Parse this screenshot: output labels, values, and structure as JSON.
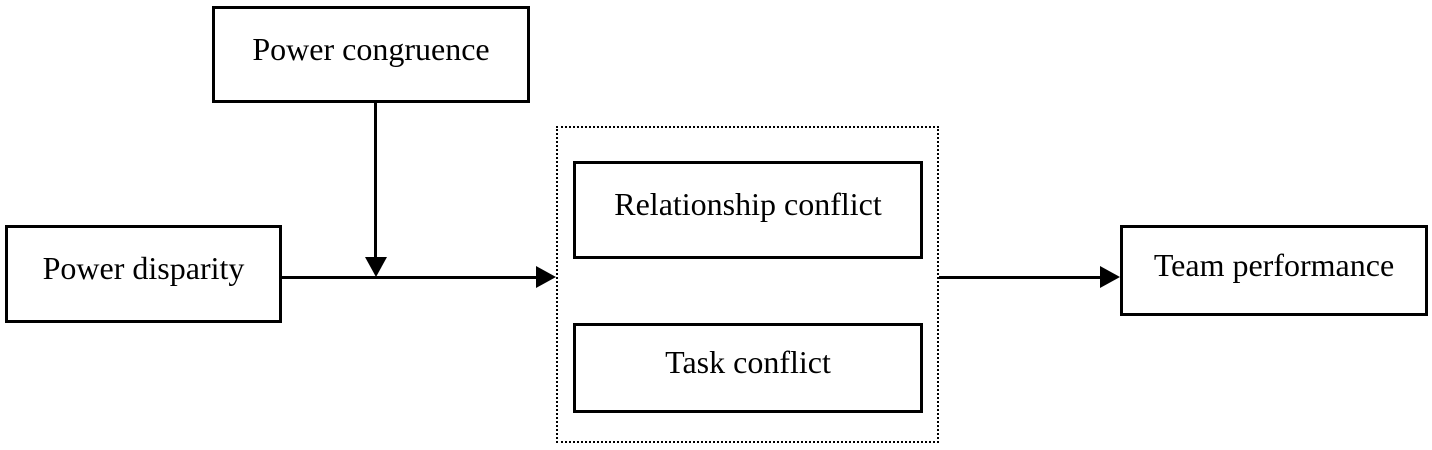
{
  "diagram": {
    "type": "conceptual-model",
    "background_color": "#ffffff",
    "line_color": "#000000",
    "text_color": "#000000",
    "nodes": {
      "power_congruence": {
        "label": "Power congruence",
        "border": "solid"
      },
      "power_disparity": {
        "label": "Power disparity",
        "border": "solid"
      },
      "conflict_group": {
        "border": "dotted",
        "relationship_conflict": {
          "label": "Relationship conflict",
          "border": "solid"
        },
        "task_conflict": {
          "label": "Task conflict",
          "border": "solid"
        }
      },
      "team_performance": {
        "label": "Team performance",
        "border": "solid"
      }
    },
    "edges": [
      {
        "from": "Power disparity",
        "to": "Conflict group",
        "style": "solid",
        "arrowhead": "right"
      },
      {
        "from": "Power congruence",
        "to": "arrow between Power disparity and Conflict group",
        "style": "solid",
        "arrowhead": "down",
        "role": "moderator"
      },
      {
        "from": "Conflict group",
        "to": "Team performance",
        "style": "solid",
        "arrowhead": "right"
      }
    ]
  }
}
